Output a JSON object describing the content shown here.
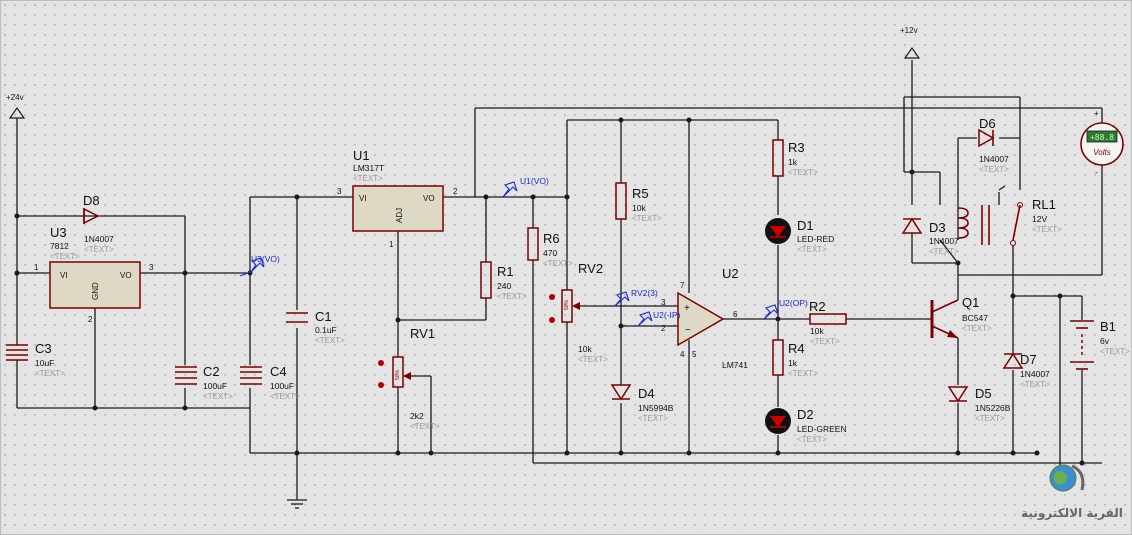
{
  "colors": {
    "background": "#e4e4e4",
    "wire": "#1a1a1a",
    "component": "#7a0000",
    "body": "#ddd9c4",
    "probe": "#1a2bd0",
    "led": "#d00000"
  },
  "rails": {
    "v24": "+24v",
    "v12": "+12v"
  },
  "text_placeholder": "<TEXT>",
  "components": {
    "U3": {
      "ref": "U3",
      "value": "7812",
      "pins": [
        "VI",
        "VO",
        "GND"
      ],
      "pin_numbers": [
        "1",
        "3",
        "2"
      ]
    },
    "U1": {
      "ref": "U1",
      "value": "LM317T",
      "pins": [
        "VI",
        "VO",
        "ADJ"
      ],
      "pin_numbers": [
        "3",
        "2",
        "1"
      ]
    },
    "U2": {
      "ref": "U2",
      "value": "LM741",
      "pin_numbers": [
        "7",
        "3",
        "2",
        "6",
        "4",
        "5"
      ]
    },
    "D8": {
      "ref": "D8",
      "value": "1N4007"
    },
    "C3": {
      "ref": "C3",
      "value": "10uF"
    },
    "C2": {
      "ref": "C2",
      "value": "100uF"
    },
    "C4": {
      "ref": "C4",
      "value": "100uF"
    },
    "C1": {
      "ref": "C1",
      "value": "0.1uF"
    },
    "RV1": {
      "ref": "RV1",
      "value": "2k2",
      "mark": "50%"
    },
    "R1": {
      "ref": "R1",
      "value": "240"
    },
    "R6": {
      "ref": "R6",
      "value": "470"
    },
    "RV2": {
      "ref": "RV2",
      "value": "10k",
      "mark": "50%"
    },
    "R5": {
      "ref": "R5",
      "value": "10k"
    },
    "D4": {
      "ref": "D4",
      "value": "1N5994B"
    },
    "R3": {
      "ref": "R3",
      "value": "1k"
    },
    "D1": {
      "ref": "D1",
      "value": "LED-RED"
    },
    "R4": {
      "ref": "R4",
      "value": "1k"
    },
    "D2": {
      "ref": "D2",
      "value": "LED-GREEN"
    },
    "R2": {
      "ref": "R2",
      "value": "10k"
    },
    "Q1": {
      "ref": "Q1",
      "value": "BC547"
    },
    "D3": {
      "ref": "D3",
      "value": "1N4007"
    },
    "D6": {
      "ref": "D6",
      "value": "1N4007"
    },
    "RL1": {
      "ref": "RL1",
      "value": "12V"
    },
    "D5": {
      "ref": "D5",
      "value": "1N5226B"
    },
    "D7": {
      "ref": "D7",
      "value": "1N4007"
    },
    "B1": {
      "ref": "B1",
      "value": "6v"
    }
  },
  "probes": {
    "u3vo": "U3(VO)",
    "u1vo": "U1(VO)",
    "rv23": "RV2(3)",
    "u2ip": "U2(-IP)",
    "u2op": "U2(OP)"
  },
  "voltmeter": {
    "reading": "+88.8",
    "unit": "Volts",
    "plus": "+",
    "minus": "-"
  },
  "watermark": "القرية الالكترونية"
}
